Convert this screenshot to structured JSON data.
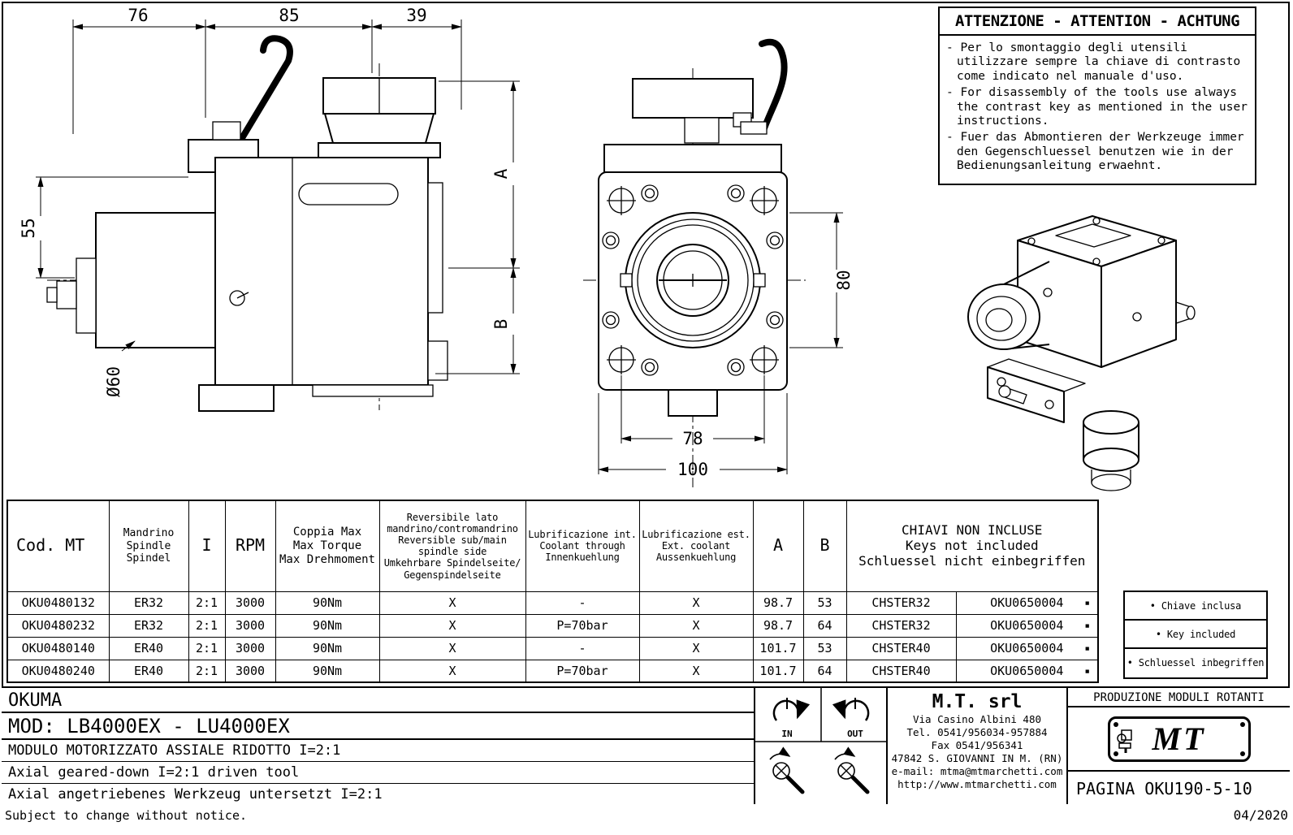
{
  "warning": {
    "title": "ATTENZIONE - ATTENTION - ACHTUNG",
    "items": [
      "- Per lo smontaggio degli utensili utilizzare sempre la chiave di contrasto come indicato nel manuale d'uso.",
      "- For disassembly of the tools use always the contrast key as mentioned in the user instructions.",
      "- Fuer das Abmontieren der Werkzeuge immer den Gegenschluessel benutzen wie in der Bedienungsanleitung erwaehnt."
    ]
  },
  "drawings": {
    "dims": {
      "top_left": "76",
      "top_mid": "85",
      "top_right": "39",
      "left_height": "55",
      "diameter": "Ø60",
      "dim_a": "A",
      "dim_b": "B",
      "front_height": "80",
      "front_bolt_spacing": "78",
      "front_width": "100"
    }
  },
  "table": {
    "columns": [
      "Cod. MT",
      "Mandrino\nSpindle\nSpindel",
      "I",
      "RPM",
      "Coppia Max\nMax Torque\nMax Drehmoment",
      "Reversibile lato\nmandrino/contromandrino\nReversible sub/main\nspindle side\nUmkehrbare Spindelseite/\nGegenspindelseite",
      "Lubrificazione int.\nCoolant through\nInnenkuehlung",
      "Lubrificazione est.\nExt. coolant\nAussenkuehlung",
      "A",
      "B",
      "CHIAVI NON INCLUSE\nKeys not included\nSchluessel nicht einbegriffen"
    ],
    "rows": [
      [
        "OKU0480132",
        "ER32",
        "2:1",
        "3000",
        "90Nm",
        "X",
        "-",
        "X",
        "98.7",
        "53",
        "CHSTER32",
        "OKU0650004"
      ],
      [
        "OKU0480232",
        "ER32",
        "2:1",
        "3000",
        "90Nm",
        "X",
        "P=70bar",
        "X",
        "98.7",
        "64",
        "CHSTER32",
        "OKU0650004"
      ],
      [
        "OKU0480140",
        "ER40",
        "2:1",
        "3000",
        "90Nm",
        "X",
        "-",
        "X",
        "101.7",
        "53",
        "CHSTER40",
        "OKU0650004"
      ],
      [
        "OKU0480240",
        "ER40",
        "2:1",
        "3000",
        "90Nm",
        "X",
        "P=70bar",
        "X",
        "101.7",
        "64",
        "CHSTER40",
        "OKU0650004"
      ]
    ],
    "included_marker": "▪"
  },
  "legend": {
    "items": [
      "• Chiave inclusa",
      "• Key included",
      "• Schluessel inbegriffen"
    ]
  },
  "titleblock": {
    "brand": "OKUMA",
    "model": "MOD: LB4000EX - LU4000EX",
    "desc_it": "MODULO MOTORIZZATO ASSIALE RIDOTTO I=2:1",
    "desc_en": "Axial geared-down I=2:1 driven tool",
    "desc_de": "Axial angetriebenes Werkzeug untersetzt I=2:1"
  },
  "symbols": {
    "in_label": "IN",
    "out_label": "OUT"
  },
  "company": {
    "name": "M.T. srl",
    "address": "Via Casino Albini 480",
    "tel": "Tel. 0541/956034-957884",
    "fax": "Fax 0541/956341",
    "city": "47842 S. GIOVANNI IN M. (RN)",
    "email": "e-mail: mtma@mtmarchetti.com",
    "web": "http://www.mtmarchetti.com"
  },
  "production": {
    "header": "PRODUZIONE MODULI ROTANTI",
    "logo_text": "MT",
    "page": "PAGINA OKU190-5-10"
  },
  "footer": {
    "left": "Subject to change without notice.",
    "right": "04/2020"
  }
}
